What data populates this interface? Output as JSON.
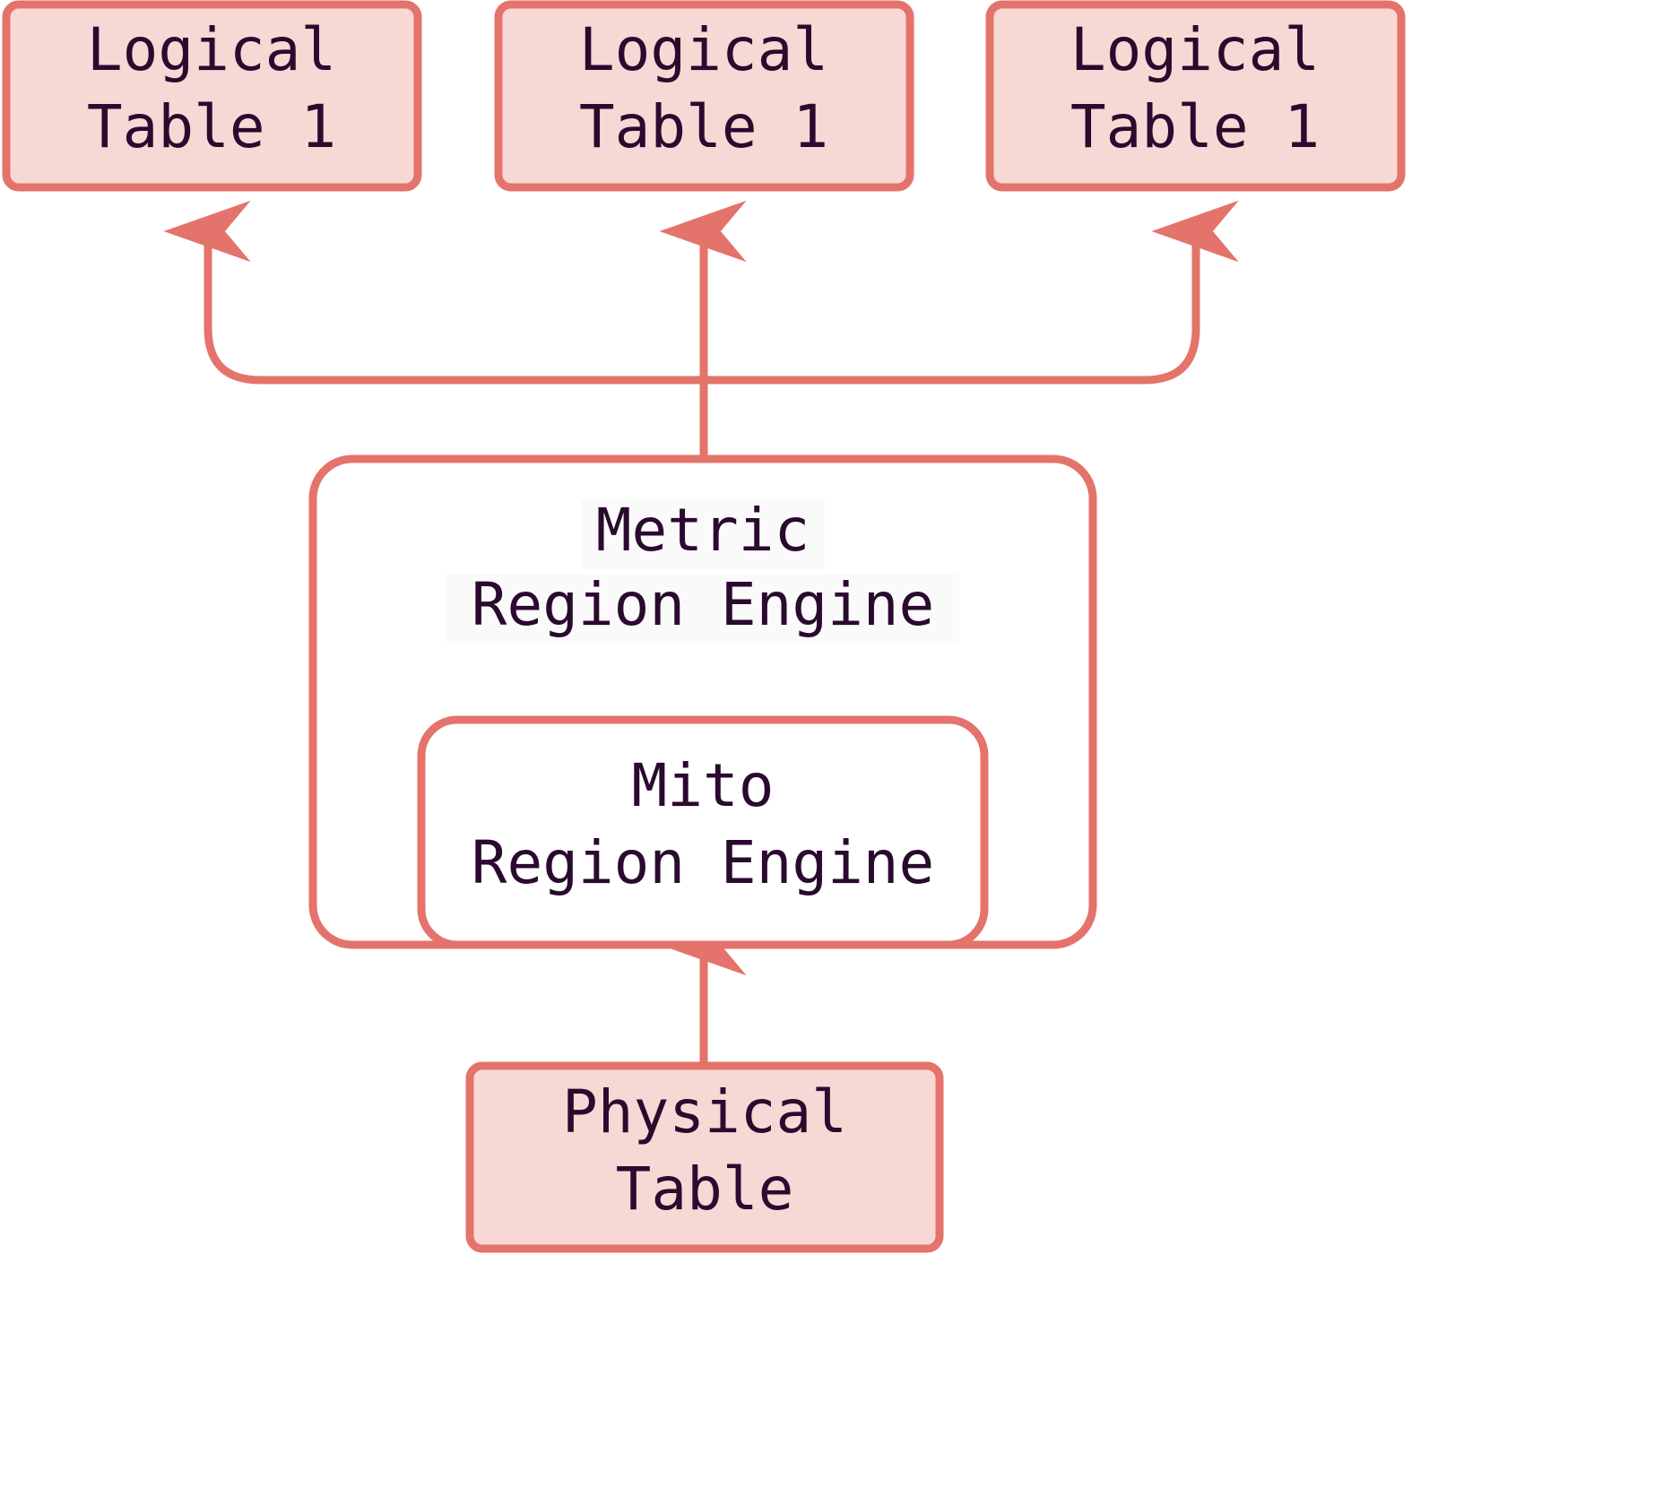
{
  "diagram": {
    "type": "architecture-flow",
    "title": "",
    "colors": {
      "box_fill": "#f8d8d4",
      "box_stroke": "#e4736b",
      "container_fill": "#ffffff",
      "container_stroke": "#e4736b",
      "connector": "#e4736b",
      "text": "#2a0a2e",
      "label_highlight": "#fafafa",
      "background": "#ffffff"
    },
    "logical_tables": [
      {
        "line1": "Logical",
        "line2": "Table 1"
      },
      {
        "line1": "Logical",
        "line2": "Table 1"
      },
      {
        "line1": "Logical",
        "line2": "Table 1"
      }
    ],
    "metric_engine": {
      "line1": "Metric",
      "line2": "Region Engine"
    },
    "mito_engine": {
      "line1": "Mito",
      "line2": "Region Engine"
    },
    "physical_table": {
      "line1": "Physical",
      "line2": "Table"
    },
    "connectors": [
      {
        "name": "physical-to-mito",
        "from": "physical_table",
        "to": "mito_engine",
        "arrow": true
      },
      {
        "name": "metric-to-logical-1",
        "from": "metric_engine",
        "to": "logical_table_1",
        "arrow": true
      },
      {
        "name": "metric-to-logical-2",
        "from": "metric_engine",
        "to": "logical_table_2",
        "arrow": true
      },
      {
        "name": "metric-to-logical-3",
        "from": "metric_engine",
        "to": "logical_table_3",
        "arrow": true
      }
    ]
  }
}
